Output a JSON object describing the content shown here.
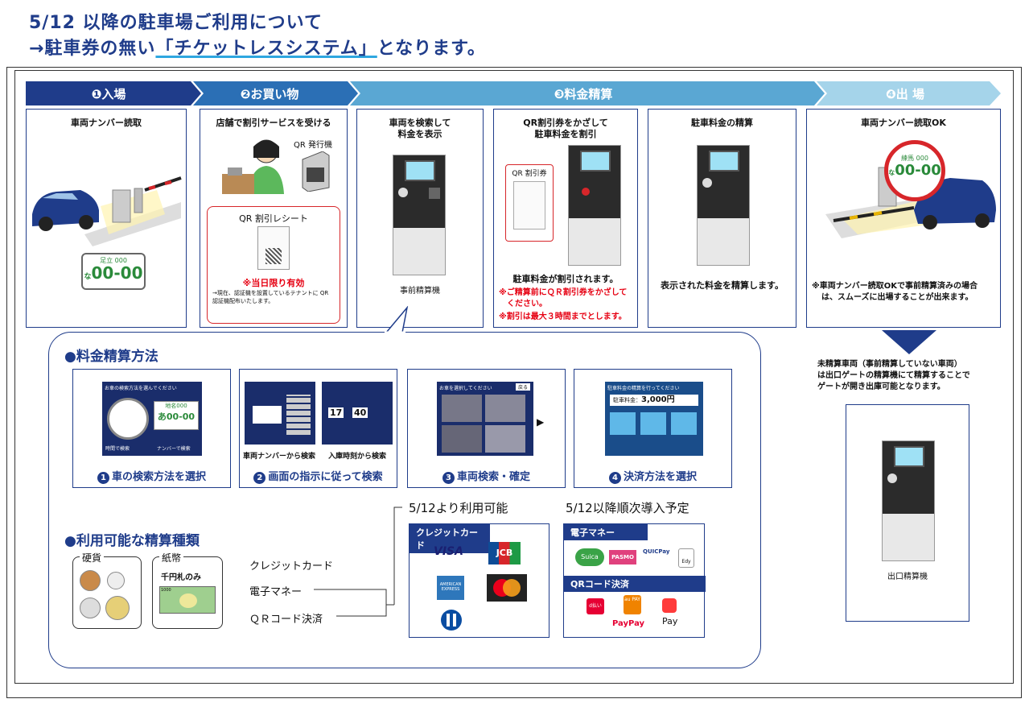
{
  "header": {
    "line1": "5/12 以降の駐車場ご利用について",
    "line2_prefix": "→駐車券の無い",
    "line2_highlight": "「チケットレスシステム」",
    "line2_suffix": "となります。"
  },
  "steps": [
    {
      "label": "❶入場",
      "color": "#1f3c8a"
    },
    {
      "label": "❷お買い物",
      "color": "#2b6fb5"
    },
    {
      "label": "❸料金精算",
      "color": "#5aa7d3"
    },
    {
      "label": "❹出 場",
      "color": "#a5d4ea"
    }
  ],
  "panel1": {
    "title": "車両ナンバー読取",
    "plate_top": "足立 000",
    "plate_main": "00-00",
    "plate_kana": "な"
  },
  "panel2": {
    "title": "店舗で割引サービスを受ける",
    "qr_issuer": "QR 発行機",
    "receipt_title": "QR 割引レシート",
    "valid": "※当日限り有効",
    "note": "→現在、認証機を設置しているテナントに QR 認証機配布いたします。"
  },
  "panel3": {
    "title1": "車両を検索して",
    "title2": "料金を表示",
    "machine_label": "事前精算機"
  },
  "panel4": {
    "title1": "QR割引券をかざして",
    "title2": "駐車料金を割引",
    "coupon_title": "QR 割引券",
    "caption": "駐車料金が割引されます。",
    "warn1": "※ご精算前にＱＲ割引券をかざして",
    "warn2": "ください。",
    "warn3": "※割引は最大３時間までとします。"
  },
  "panel5": {
    "title": "駐車料金の精算",
    "caption": "表示された料金を精算します。"
  },
  "panel6": {
    "title": "車両ナンバー読取OK",
    "plate_top": "練馬 000",
    "plate_main": "00-00",
    "plate_kana": "な",
    "note1": "※車両ナンバー読取OKで事前精算済みの場合",
    "note2": "は、スムーズに出場することが出来ます。"
  },
  "method": {
    "heading": "●料金精算方法",
    "cards": [
      {
        "num": "1",
        "label": "車の検索方法を選択",
        "screen_title": "お車の検索方法を選んでください",
        "btn1": "時間で検索",
        "btn2": "ナンバーで検索",
        "plate_top": "地名000",
        "plate_main": "あ00-00"
      },
      {
        "num": "2",
        "label": "画面の指示に従って検索",
        "sub1": "車両ナンバーから検索",
        "sub2": "入庫時刻から検索",
        "time_h": "17",
        "time_m": "40"
      },
      {
        "num": "3",
        "label": "車両検索・確定",
        "screen_title": "お車を選択してください",
        "back": "戻る"
      },
      {
        "num": "4",
        "label": "決済方法を選択",
        "screen_title": "駐車料金の精算を行ってください",
        "fee_label": "駐車料金：",
        "fee": "3,000円"
      }
    ]
  },
  "payment": {
    "heading": "●利用可能な精算種類",
    "coins_label": "硬貨",
    "bills_label": "紙幣",
    "bill_note": "千円札のみ",
    "bill_value": "1000",
    "list": [
      "クレジットカード",
      "電子マネー",
      "ＱＲコード決済"
    ],
    "avail_now": "5/12より利用可能",
    "avail_later": "5/12以降順次導入予定",
    "credit_tab": "クレジットカード",
    "emoney_tab": "電子マネー",
    "qr_tab": "QRコード決済",
    "brands": {
      "visa": "VISA",
      "jcb": "JCB",
      "amex": "AMERICAN EXPRESS",
      "suica": "Suica",
      "pasmo": "PASMO",
      "quicpay": "QUICPay",
      "edy": "Edy",
      "d": "d払い",
      "au": "au PAY",
      "paypay": "PayPay",
      "merpay": "Pay"
    }
  },
  "exit": {
    "note1": "未精算車両（事前精算していない車両）",
    "note2": "は出口ゲートの精算機にて精算することで",
    "note3": "ゲートが開き出庫可能となります。",
    "machine_label": "出口精算機"
  }
}
